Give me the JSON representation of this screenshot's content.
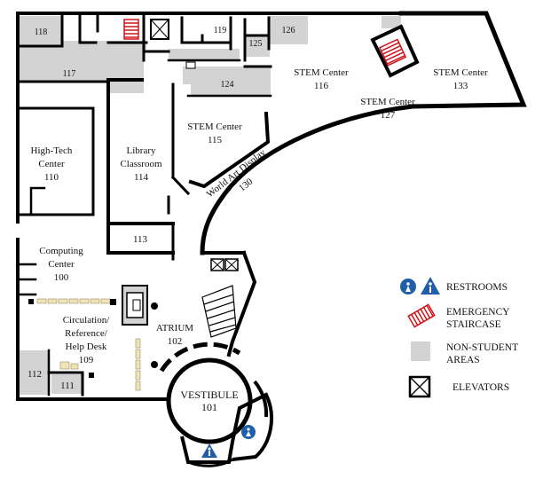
{
  "rooms": {
    "r118": {
      "label": "118"
    },
    "r117": {
      "label": "117"
    },
    "r119": {
      "label": "119"
    },
    "r125": {
      "label": "125"
    },
    "r126": {
      "label": "126"
    },
    "r124": {
      "label": "124"
    },
    "r116": {
      "name": "STEM Center",
      "number": "116"
    },
    "r127": {
      "name": "STEM Center",
      "number": "127"
    },
    "r133": {
      "name": "STEM Center",
      "number": "133"
    },
    "r115": {
      "name": "STEM Center",
      "number": "115"
    },
    "r130": {
      "name": "World Art Display",
      "number": "130"
    },
    "r110": {
      "line1": "High-Tech",
      "line2": "Center",
      "number": "110"
    },
    "r114": {
      "line1": "Library",
      "line2": "Classroom",
      "number": "114"
    },
    "r113": {
      "label": "113"
    },
    "r100": {
      "line1": "Computing",
      "line2": "Center",
      "number": "100"
    },
    "r109": {
      "line1": "Circulation/",
      "line2": "Reference/",
      "line3": "Help Desk",
      "number": "109"
    },
    "r102": {
      "name": "ATRIUM",
      "number": "102"
    },
    "r101": {
      "name": "VESTIBULE",
      "number": "101"
    },
    "r112": {
      "label": "112"
    },
    "r111": {
      "label": "111"
    }
  },
  "legend": {
    "restrooms": "RESTROOMS",
    "staircase_line1": "EMERGENCY",
    "staircase_line2": "STAIRCASE",
    "nonstudent_line1": "NON-STUDENT",
    "nonstudent_line2": "AREAS",
    "elevators": "ELEVATORS"
  },
  "colors": {
    "wall": "#000000",
    "non_student_area": "#d3d3d3",
    "staircase": "#d0141b",
    "restroom_icon": "#1f5fa8",
    "background": "#ffffff"
  }
}
